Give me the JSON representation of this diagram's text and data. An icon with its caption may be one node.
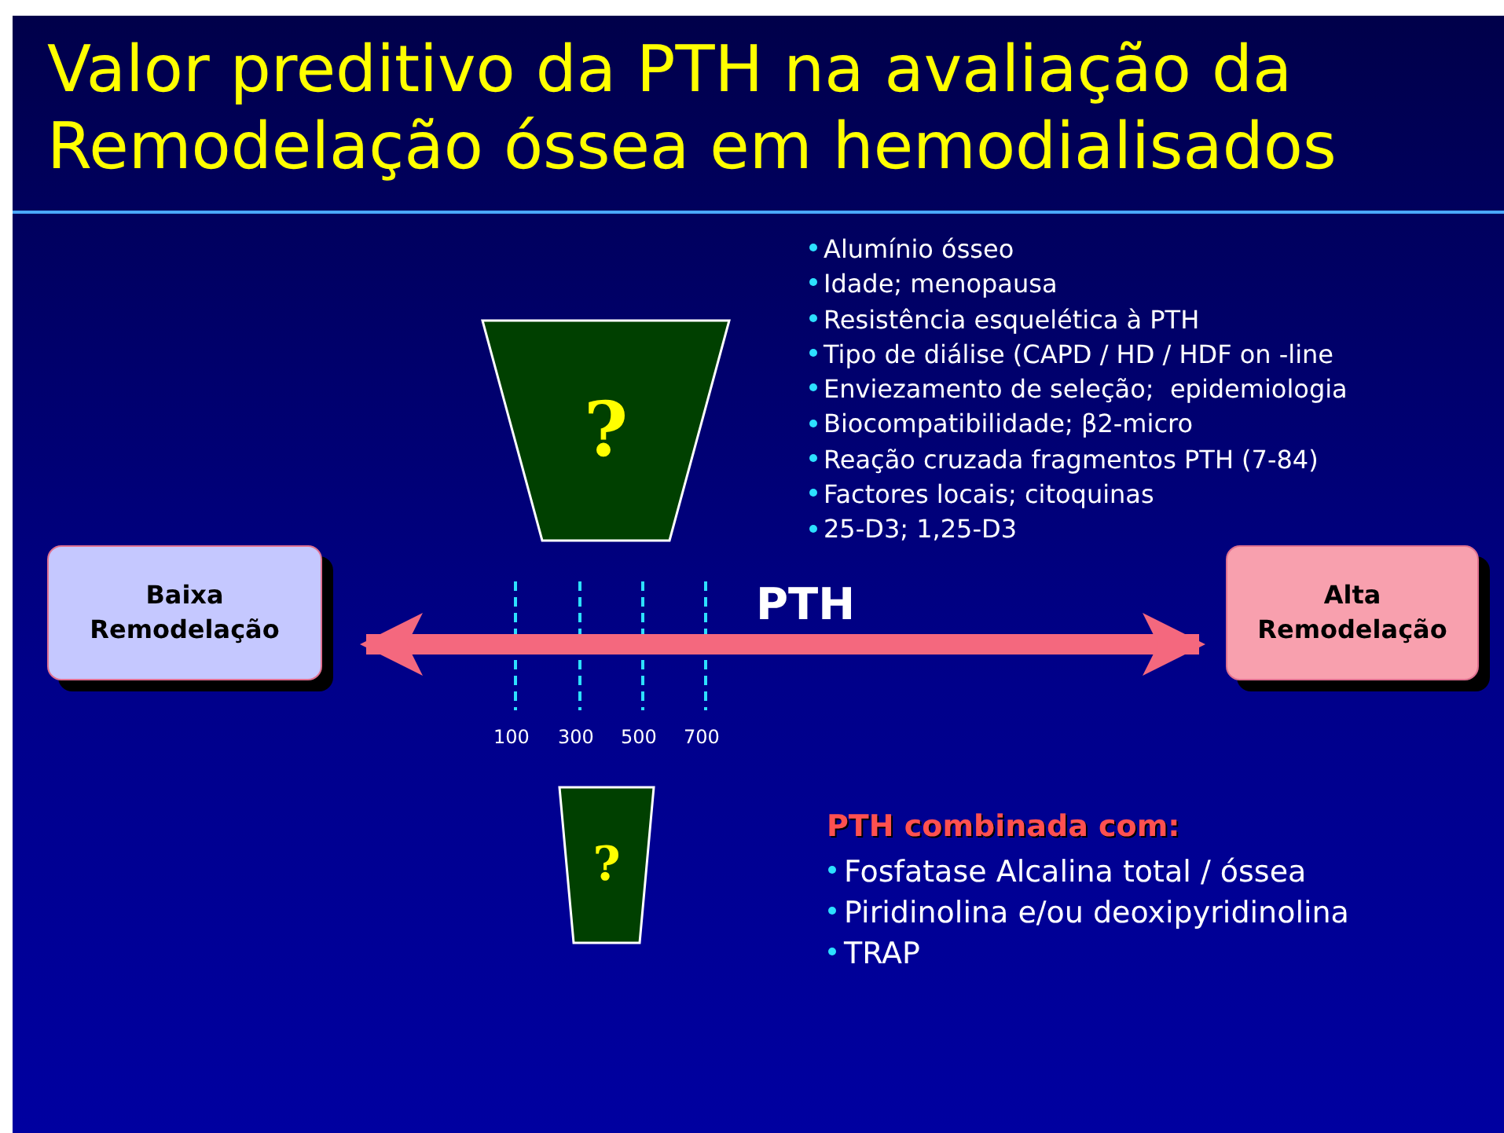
{
  "diagram": {
    "title": "Valor preditivo da PTH na avaliação da Remodelação óssea em hemodialisados",
    "nodes": [
      {
        "text": [
          "Baixa Remodelação"
        ]
      },
      {
        "text": [
          "Alta Remodelação"
        ]
      },
      {
        "text": [
          "?"
        ]
      },
      {
        "text": [
          "?"
        ]
      }
    ],
    "edges": [
      {
        "from": 0,
        "to": 1,
        "arrow": "both",
        "label": "PTH"
      }
    ],
    "labels": [
      "Alumínio ósseo",
      "Idade; menopausa",
      "Resistência esquelética à PTH",
      "Tipo de diálise (CAPD / HD / HDF on -line",
      "Enviezamento de seleção;  epidemiologia",
      "Biocompatibilidade; β2-micro",
      "Reação cruzada fragmentos PTH (7-84)",
      "Factores locais; citoquinas",
      "25-D3; 1,25-D3",
      "100",
      "300",
      "500",
      "700",
      "PTH combinada com:",
      "Fosfatase Alcalina total / óssea",
      "Piridinolina e/ou deoxipyridinolina",
      "TRAP"
    ]
  }
}
